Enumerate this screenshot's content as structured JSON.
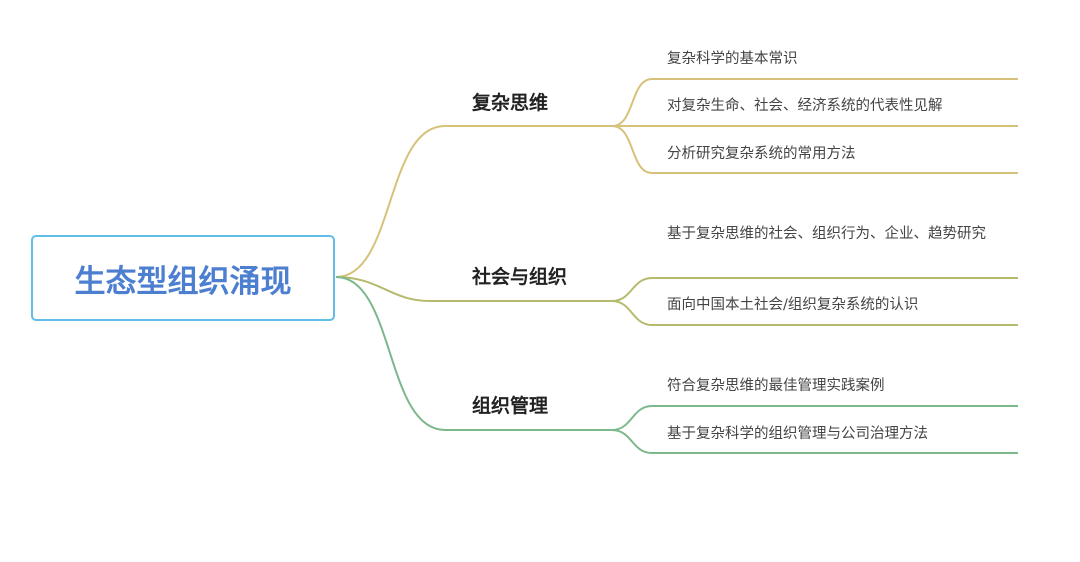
{
  "root": {
    "label": "生态型组织涌现"
  },
  "colors": {
    "root_border": "#62bde9",
    "root_text": "#4d7fd1",
    "branch1": "#d6c27a",
    "branch2": "#b6ba6c",
    "branch3": "#7db88c"
  },
  "branches": [
    {
      "label": "复杂思维",
      "children": [
        "复杂科学的基本常识",
        "对复杂生命、社会、经济系统的代表性见解",
        "分析研究复杂系统的常用方法"
      ]
    },
    {
      "label": "社会与组织",
      "children": [
        "基于复杂思维的社会、组织行为、企业、趋势研究",
        "面向中国本土社会/组织复杂系统的认识"
      ]
    },
    {
      "label": "组织管理",
      "children": [
        "符合复杂思维的最佳管理实践案例",
        "基于复杂科学的组织管理与公司治理方法"
      ]
    }
  ]
}
